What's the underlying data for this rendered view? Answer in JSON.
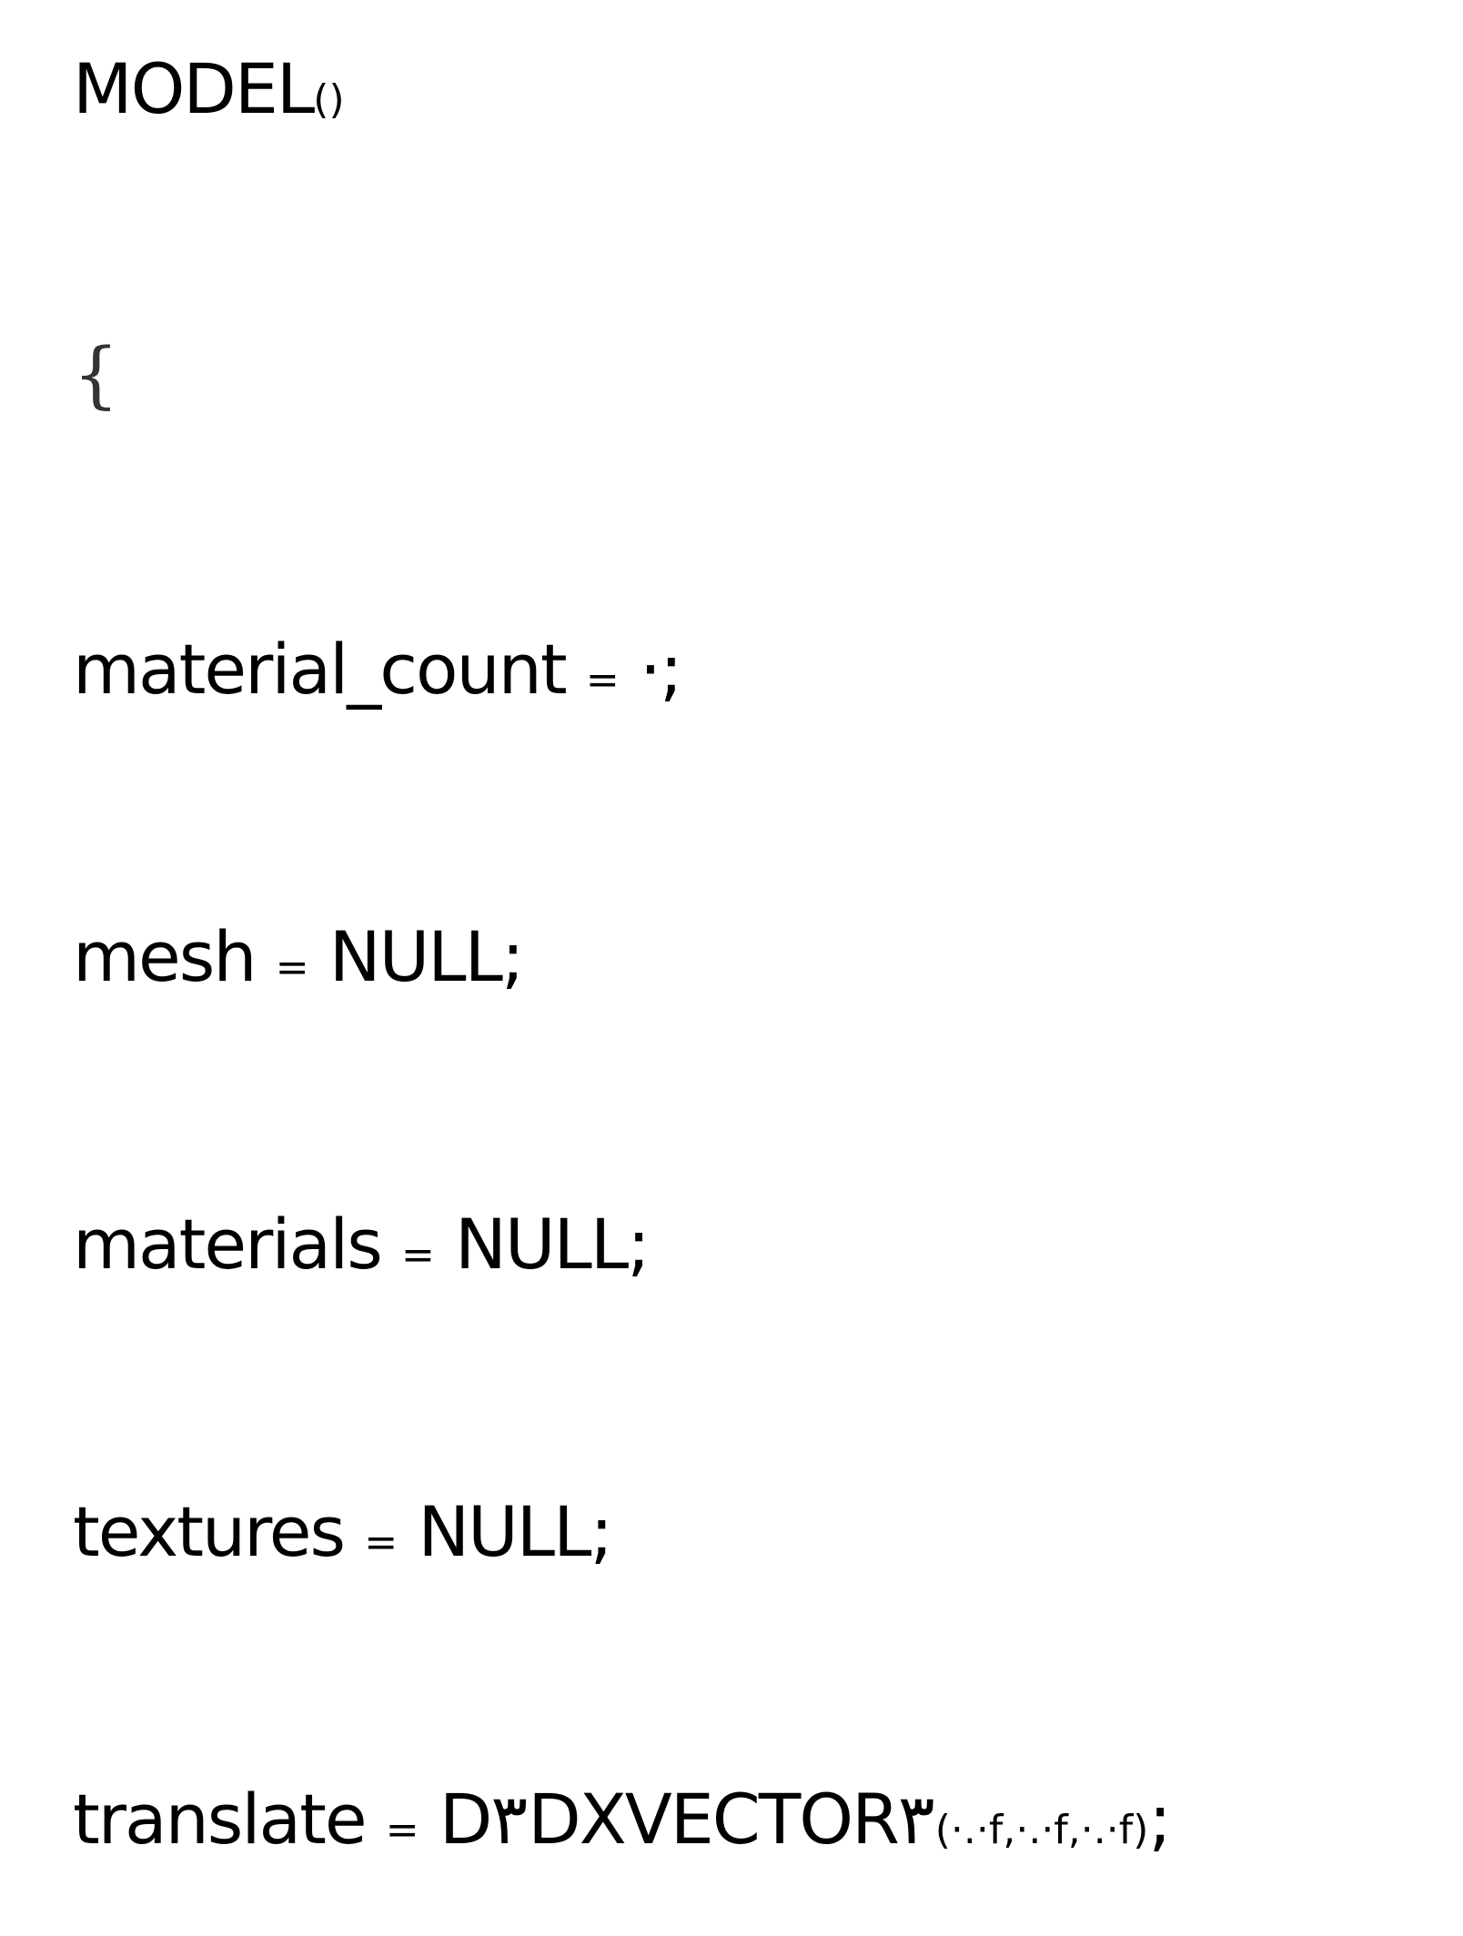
{
  "code": {
    "line0": {
      "name": "MODEL",
      "parens": "()"
    },
    "line1": {
      "brace": "{"
    },
    "line2": {
      "lhs": "material_count",
      "eq": "=",
      "rhs": "·;"
    },
    "line3": {
      "lhs": "mesh",
      "eq": "=",
      "rhs": "NULL;"
    },
    "line4": {
      "lhs": "materials",
      "eq": "=",
      "rhs": "NULL;"
    },
    "line5": {
      "lhs": "textures",
      "eq": "=",
      "rhs": "NULL;"
    },
    "line6": {
      "lhs": "translate",
      "eq": "=",
      "func": "D٣DXVECTOR٣",
      "args": "(·.·f,·.·f,·.·f)",
      "end": ";"
    }
  }
}
